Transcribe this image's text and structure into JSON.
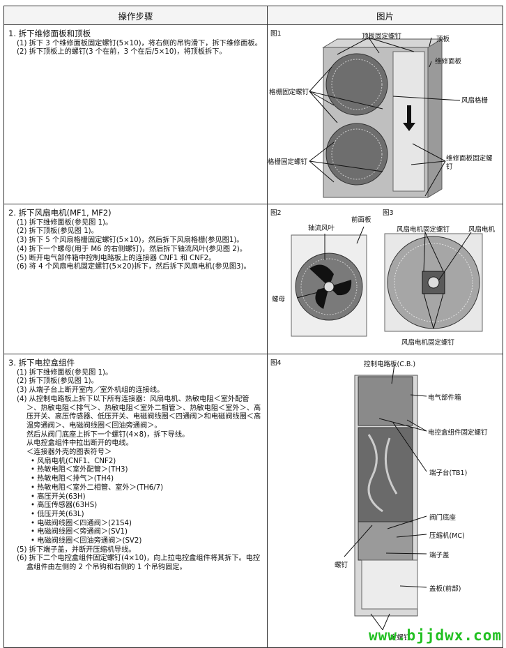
{
  "header": {
    "col1": "操作步骤",
    "col2": "图片"
  },
  "row1": {
    "title": "1. 拆下维修面板和顶板",
    "steps": [
      "(1) 拆下 3 个维修面板固定螺钉(5×10)，将右侧的吊钩滑下，拆下维修面板。",
      "(2) 拆下顶板上的螺钉(3 个在前，3 个在后/5×10)，将顶板拆下。"
    ],
    "fig_caption": "图1",
    "labels": {
      "top_screw": "顶板固定螺钉",
      "top_panel": "顶板",
      "service_panel": "维修面板",
      "grille_screw1": "格栅固定螺钉",
      "fan_grille": "风扇格栅",
      "grille_screw2": "格栅固定螺钉",
      "service_screw": "维修面板固定螺钉"
    }
  },
  "row2": {
    "title": "2. 拆下风扇电机(MF1, MF2)",
    "steps": [
      "(1) 拆下维修面板(参见图 1)。",
      "(2) 拆下顶板(参见图 1)。",
      "(3) 拆下 5 个风扇格栅固定螺钉(5×10)，然后拆下风扇格栅(参见图1)。",
      "(4) 拆下一个螺母(用于 M6 的右侧螺钉)，然后拆下轴流风叶(参见图 2)。",
      "(5) 断开电气部件箱中控制电路板上的连接器 CNF1 和 CNF2。",
      "(6) 将 4 个风扇电机固定螺钉(5×20)拆下，然后拆下风扇电机(参见图3)。"
    ],
    "fig2_caption": "图2",
    "fig3_caption": "图3",
    "labels": {
      "axial_fan": "轴流风叶",
      "front_panel": "前面板",
      "nut": "螺母",
      "motor_screw": "风扇电机固定螺钉",
      "fan_motor": "风扇电机",
      "motor_screw2": "风扇电机固定螺钉"
    }
  },
  "row3": {
    "title": "3. 拆下电控盒组件",
    "steps": [
      "(1) 拆下维修面板(参见图 1)。",
      "(2) 拆下顶板(参见图 1)。",
      "(3) 从端子台上断开室内／室外机组的连接线。",
      "(4) 从控制电路板上拆下以下所有连接器：风扇电机、热敏电阻＜室外配管＞、热敏电阻＜排气＞、热敏电阻＜室外二相管＞、热敏电阻＜室外＞、高压开关、高压传感器、低压开关、电磁阀线圈＜四通阀＞和电磁阀线圈＜高温旁通阀＞、电磁阀线圈＜回油旁通阀＞。"
    ],
    "extra": [
      "然后从阀门底座上拆下一个螺钉(4×8)，拆下导线。",
      "从电控盒组件中拉出断开的电线。",
      "＜连接器外壳的图表符号＞"
    ],
    "bullets": [
      "• 风扇电机(CNF1、CNF2)",
      "• 热敏电阻＜室外配管＞(TH3)",
      "• 热敏电阻＜排气＞(TH4)",
      "• 热敏电阻＜室外二相管、室外＞(TH6/7)",
      "• 高压开关(63H)",
      "• 高压传感器(63HS)",
      "• 低压开关(63L)",
      "• 电磁阀线圈＜四通阀＞(21S4)",
      "• 电磁阀线圈＜旁通阀＞(SV1)",
      "• 电磁阀线圈＜回油旁通阀＞(SV2)"
    ],
    "tail": [
      "(5) 拆下端子盖，并断开压缩机导线。",
      "(6) 拆下二个电控盒组件固定螺钉(4×10)，向上拉电控盒组件将其拆下。电控盒组件由左侧的 2 个吊钩和右侧的 1 个吊钩固定。"
    ],
    "fig_caption": "图4",
    "labels": {
      "cb": "控制电路板(C.B.)",
      "elec_box": "电气部件箱",
      "box_screw": "电控盒组件固定螺钉",
      "terminal": "端子台(TB1)",
      "valve_base": "阀门底座",
      "compressor": "压缩机(MC)",
      "screw": "螺钉",
      "terminal_cover": "端子盖",
      "cover_front": "盖板(前部)",
      "bottom": "定螺钉"
    }
  },
  "watermark": "www.bjjdwx.com"
}
